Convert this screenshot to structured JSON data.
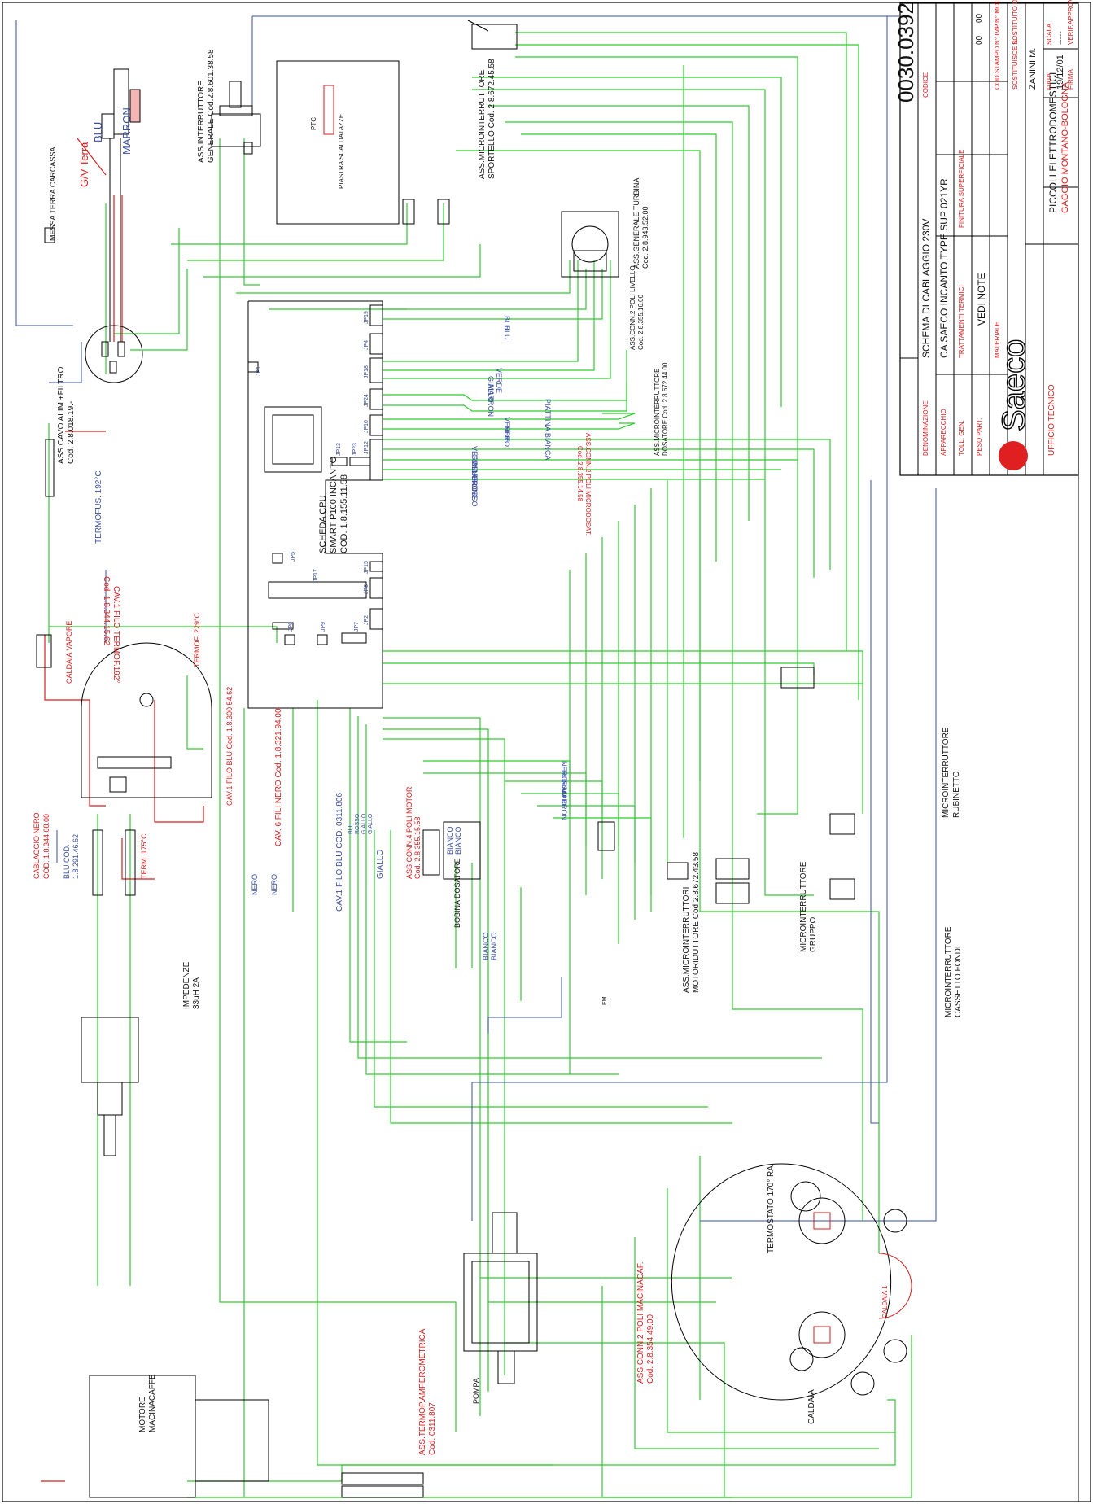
{
  "colors": {
    "wire": "#2ecc2e",
    "ink": "#111111",
    "red": "#d81e1e",
    "blue": "#3a4fa0",
    "frame": "#000000",
    "logo_red": "#e02020"
  },
  "title_block": {
    "ufficio_tecnico": "UFFICIO TECNICO",
    "company_line1": "PICCOLI ELETTRODOMESTICI",
    "company_line2": "GAGGIO MONTANO-BOLOGNA",
    "data_label": "DATA",
    "data_value": "19/12/01",
    "firma_label": "FIRMA",
    "firma_value": "ZANINI M.",
    "scala_label": "SCALA",
    "scala_value": "-----",
    "verif_label": "VERIF.APPROV.",
    "sostituisce_label": "SOSTITUISCE IL",
    "sostituito_label": "SOSTITUITO DAL",
    "codstampo_label": "COD.STAMPO",
    "nimp_label": "N° IMP.",
    "nmod_label": "N° MOD.",
    "nimp_value": "00",
    "nmod_value": "00",
    "peso_label": "PESO PART.",
    "materiale_label": "MATERIALE",
    "materiale_value": "VEDI NOTE",
    "toll_label": "TOLL. GEN.",
    "trattamenti_label": "TRATTAMENTI TERMICI",
    "finitura_label": "FINITURA SUPERFICIALE",
    "apparecchio_label": "APPARECCHIO",
    "apparecchio_value": "CA SAECO INCANTO TYPE SUP 021YR",
    "denominazione_label": "DENOMINAZIONE",
    "denominazione_value": "SCHEMA DI CABLAGGIO 230V",
    "codice_label": "CODICE",
    "codice_value": "0030.0392",
    "logo_text": "Saeco"
  },
  "labels": {
    "gv_terra": "G/V Terra",
    "blu": "BLU",
    "marron": "MARRON",
    "messa_terra": "MESSA TERRA CARCASSA",
    "cavo_alim": "ASS.CAVO ALIM.+FILTRO",
    "cavo_alim_cod": "Cod. 2.8.018.19.-",
    "interruttore": "ASS.INTERRUTTORE",
    "interruttore_cod": "GENERALE Cod.2.8.601.38.58",
    "piastra": "PIASTRA SCALDATAZZE",
    "ptc": "PTC",
    "microint_sportello": "ASS.MICROINTERRUTTORE",
    "microint_sportello_cod": "SPORTELLO Cod. 2.8.672.45.58",
    "turbina": "ASS.GENERALE TURBINA",
    "turbina_cod": "Cod. 2.8.943.52.00",
    "conn_livello": "ASS.CONN.2 POLI LIVELLO",
    "conn_livello_cod": "Cod. 2.8.355.16.00",
    "microint_dosatore": "ASS.MICROINTERRUTTORE",
    "microint_dosatore_cod": "DOSATORE Cod. 2.8.672.44.00",
    "conn_microdosat": "ASS.CONN.2 POLI MICRODOSAT.",
    "conn_microdosat_cod": "Cod. 2.8.355.14.58",
    "scheda1": "SCHEDA CPU",
    "scheda2": "SMART P100 INCANTO",
    "scheda3": "COD. 1.8.155.11.58",
    "termofus": "TERMOFUS. 192°C",
    "cav_termof": "CAV.1 FILO TERMOF.192°",
    "cav_termof_cod": "Cod. 1.8.344.15.62",
    "caldaia_vapore": "CALDAIA VAPORE",
    "termof229": "TERMOF. 229°C",
    "cav_blu": "CAV.1 FILO BLU Cod. 1.8.300.54.62",
    "blu_cod": "BLU COD.",
    "blu_cod2": "1.8.291.46.62",
    "term175": "TERM. 175°C",
    "cablaggio_nero": "CABLAGGIO NERO",
    "cablaggio_nero_cod": "COD. 1.8.344.08.00",
    "cav6": "CAV. 6 FILI NERO Cod. 1.8.321.94.00",
    "nero": "NERO",
    "cav_blu806": "CAV.1 FILO BLU COD. 0311.806",
    "giallo": "GIALLO",
    "conn_polimotor": "ASS.CONN.4 POLI MOTOR",
    "conn_polimotor_cod": "Cod. 2.8.355.15.58",
    "bobina": "BOBINA DOSATORE",
    "bianco": "BIANCO",
    "impedenze": "IMPEDENZE",
    "impedenze_val": "33uH 2A",
    "microint_motoriduttore": "ASS.MICROINTERRUTTORI",
    "microint_motoriduttore_cod": "MOTORIDUTTORE Cod.2.8.672.43.58",
    "microint_gruppo": "MICROINTERRUTTORE",
    "microint_gruppo2": "GRUPPO",
    "microint_rubinetto": "MICROINTERRUTTORE",
    "microint_rubinetto2": "RUBINETTO",
    "microint_cassetto": "MICROINTERRUTTORE",
    "microint_cassetto2": "CASSETTO FONDI",
    "motore": "MOTORE",
    "motore2": "MACINACAFFE",
    "termop": "ASS.TERMOP.AMPEROMETRICA",
    "termop_cod": "Cod. 0311.807",
    "pompa": "POMPA",
    "conn_macinacaf": "ASS.CONN.2 POLI MACINACAF.",
    "conn_macinacaf_cod": "Cod. 2.8.354.49.00",
    "termostato170": "TERMOSTATO 170° RA",
    "caldaia": "CALDAIA",
    "caldaia1": "CALDAIA 1",
    "wire_blu": "BLU",
    "wire_verde": "VERDE",
    "wire_giallo": "GIALLO",
    "wire_marron": "MARRON",
    "wire_piattina": "PIATTINA BIANCA",
    "wire_nero": "NERO",
    "wire_marrone": "MARRONE",
    "wire_rosso": "ROSSO",
    "wire_bianco": "BIANCO",
    "jp19": "JP19",
    "jp4": "JP4",
    "jp18": "JP18",
    "jp24": "JP24",
    "jp10": "JP10",
    "jp12": "JP12",
    "jp23": "JP23",
    "jp13": "JP13",
    "jp15": "JP15",
    "jp8": "JP8",
    "jp2": "JP2",
    "jp7": "JP7",
    "jp9": "JP9",
    "jp6": "JP6",
    "jp17": "JP17",
    "jp5": "JP5",
    "jp1": "JP1",
    "rosso_small": "ROSSO",
    "blu_small": "BLU",
    "giallo_small": "GIALLO",
    "em": "EM"
  }
}
